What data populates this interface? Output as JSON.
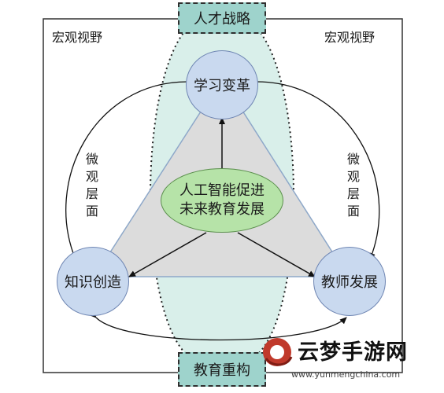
{
  "macro_left": "宏观视野",
  "macro_right": "宏观视野",
  "micro_left": "微\n观\n层\n面",
  "micro_right": "微\n观\n层\n面",
  "top_box": "人才战略",
  "bottom_box": "教育重构",
  "nodes": {
    "top": "学习变革",
    "left": "知识创造",
    "right": "教师发展"
  },
  "center": {
    "line1": "人工智能促进",
    "line2": "未来教育发展"
  },
  "watermark": {
    "text": "云梦手游网",
    "url": "www.yunmengchina.com"
  },
  "colors": {
    "triangle": "#dcdcdc",
    "band": "#d9efea",
    "node": "#c9d9ef",
    "center": "#b6e3a8",
    "box": "#9ed3cc"
  }
}
